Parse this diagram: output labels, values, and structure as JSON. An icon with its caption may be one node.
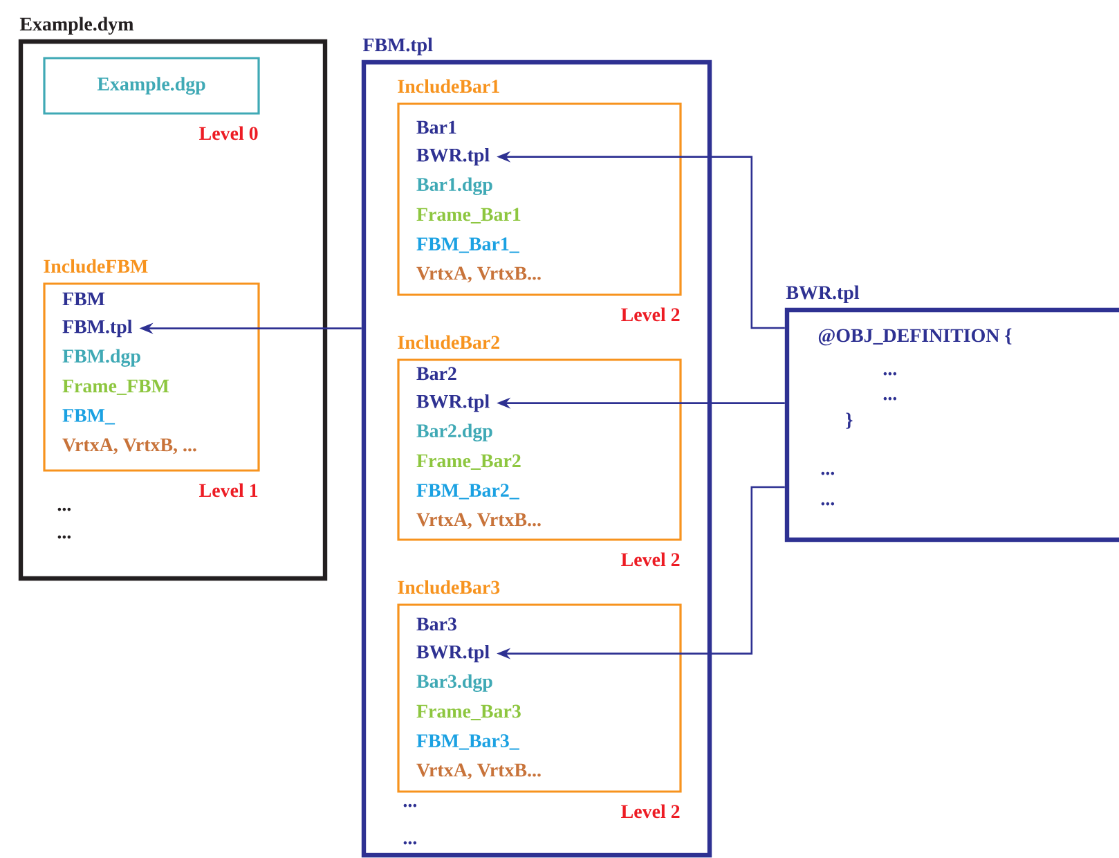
{
  "diagram": {
    "nodes": [
      {
        "text": [
          "Example.dym",
          "...",
          "..."
        ]
      },
      {
        "text": [
          "Example.dgp"
        ],
        "in": 0,
        "beside": [
          "Level 0"
        ]
      },
      {
        "text": [
          "IncludeFBM"
        ],
        "in": 0,
        "beside": [
          "Level 1"
        ]
      },
      {
        "text": [
          "FBM"
        ],
        "in": 2
      },
      {
        "text": [
          "FBM.tpl"
        ],
        "in": 2
      },
      {
        "text": [
          "FBM.dgp"
        ],
        "in": 2
      },
      {
        "text": [
          "Frame_FBM"
        ],
        "in": 2
      },
      {
        "text": [
          "FBM_"
        ],
        "in": 2
      },
      {
        "text": [
          "VrtxA, VrtxB, ..."
        ],
        "in": 2
      },
      {
        "text": [
          "FBM.tpl",
          "...",
          "..."
        ]
      },
      {
        "text": [
          "IncludeBar1"
        ],
        "in": 9,
        "beside": [
          "Level 2"
        ]
      },
      {
        "text": [
          "Bar1"
        ],
        "in": 10
      },
      {
        "text": [
          "BWR.tpl"
        ],
        "in": 10
      },
      {
        "text": [
          "Bar1.dgp"
        ],
        "in": 10
      },
      {
        "text": [
          "Frame_Bar1"
        ],
        "in": 10
      },
      {
        "text": [
          "FBM_Bar1_"
        ],
        "in": 10
      },
      {
        "text": [
          "VrtxA, VrtxB..."
        ],
        "in": 10
      },
      {
        "text": [
          "IncludeBar2"
        ],
        "in": 9,
        "beside": [
          "Level 2"
        ]
      },
      {
        "text": [
          "Bar2"
        ],
        "in": 17
      },
      {
        "text": [
          "BWR.tpl"
        ],
        "in": 17
      },
      {
        "text": [
          "Bar2.dgp"
        ],
        "in": 17
      },
      {
        "text": [
          "Frame_Bar2"
        ],
        "in": 17
      },
      {
        "text": [
          "FBM_Bar2_"
        ],
        "in": 17
      },
      {
        "text": [
          "VrtxA, VrtxB..."
        ],
        "in": 17
      },
      {
        "text": [
          "IncludeBar3"
        ],
        "in": 9,
        "beside": [
          "Level 2"
        ]
      },
      {
        "text": [
          "Bar3"
        ],
        "in": 24
      },
      {
        "text": [
          "BWR.tpl"
        ],
        "in": 24
      },
      {
        "text": [
          "Bar3.dgp"
        ],
        "in": 24
      },
      {
        "text": [
          "Frame_Bar3"
        ],
        "in": 24
      },
      {
        "text": [
          "FBM_Bar3_"
        ],
        "in": 24
      },
      {
        "text": [
          "VrtxA, VrtxB..."
        ],
        "in": 24
      },
      {
        "text": [
          "BWR.tpl",
          "@OBJ_DEFINITION {",
          "...",
          "...",
          "}",
          "...",
          "..."
        ]
      }
    ],
    "edges": [
      {
        "from": 9,
        "to": 4,
        "arrow": "to"
      },
      {
        "from": 31,
        "to": 12,
        "arrow": "to"
      },
      {
        "from": 31,
        "to": 19,
        "arrow": "to"
      },
      {
        "from": 31,
        "to": 26,
        "arrow": "to"
      }
    ]
  }
}
